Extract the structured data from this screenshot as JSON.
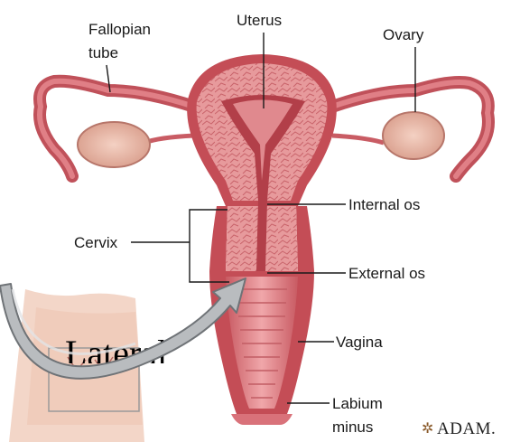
{
  "labels": {
    "fallopian_tube": [
      "Fallopian",
      "tube"
    ],
    "uterus": "Uterus",
    "ovary": "Ovary",
    "internal_os": "Internal os",
    "cervix": "Cervix",
    "external_os": "External os",
    "vagina": "Vagina",
    "labium_minus": [
      "Labium",
      "minus"
    ],
    "overlay_text": "Lateral",
    "logo": "ADAM."
  },
  "colors": {
    "tissue_dark": "#b8454c",
    "tissue_mid": "#d9727a",
    "tissue_light": "#ecb0b0",
    "ovary": "#e9b6a6",
    "arrow_fill": "#b9bcbf",
    "arrow_stroke": "#6f7377",
    "inset_skin": "#efc9b8"
  }
}
